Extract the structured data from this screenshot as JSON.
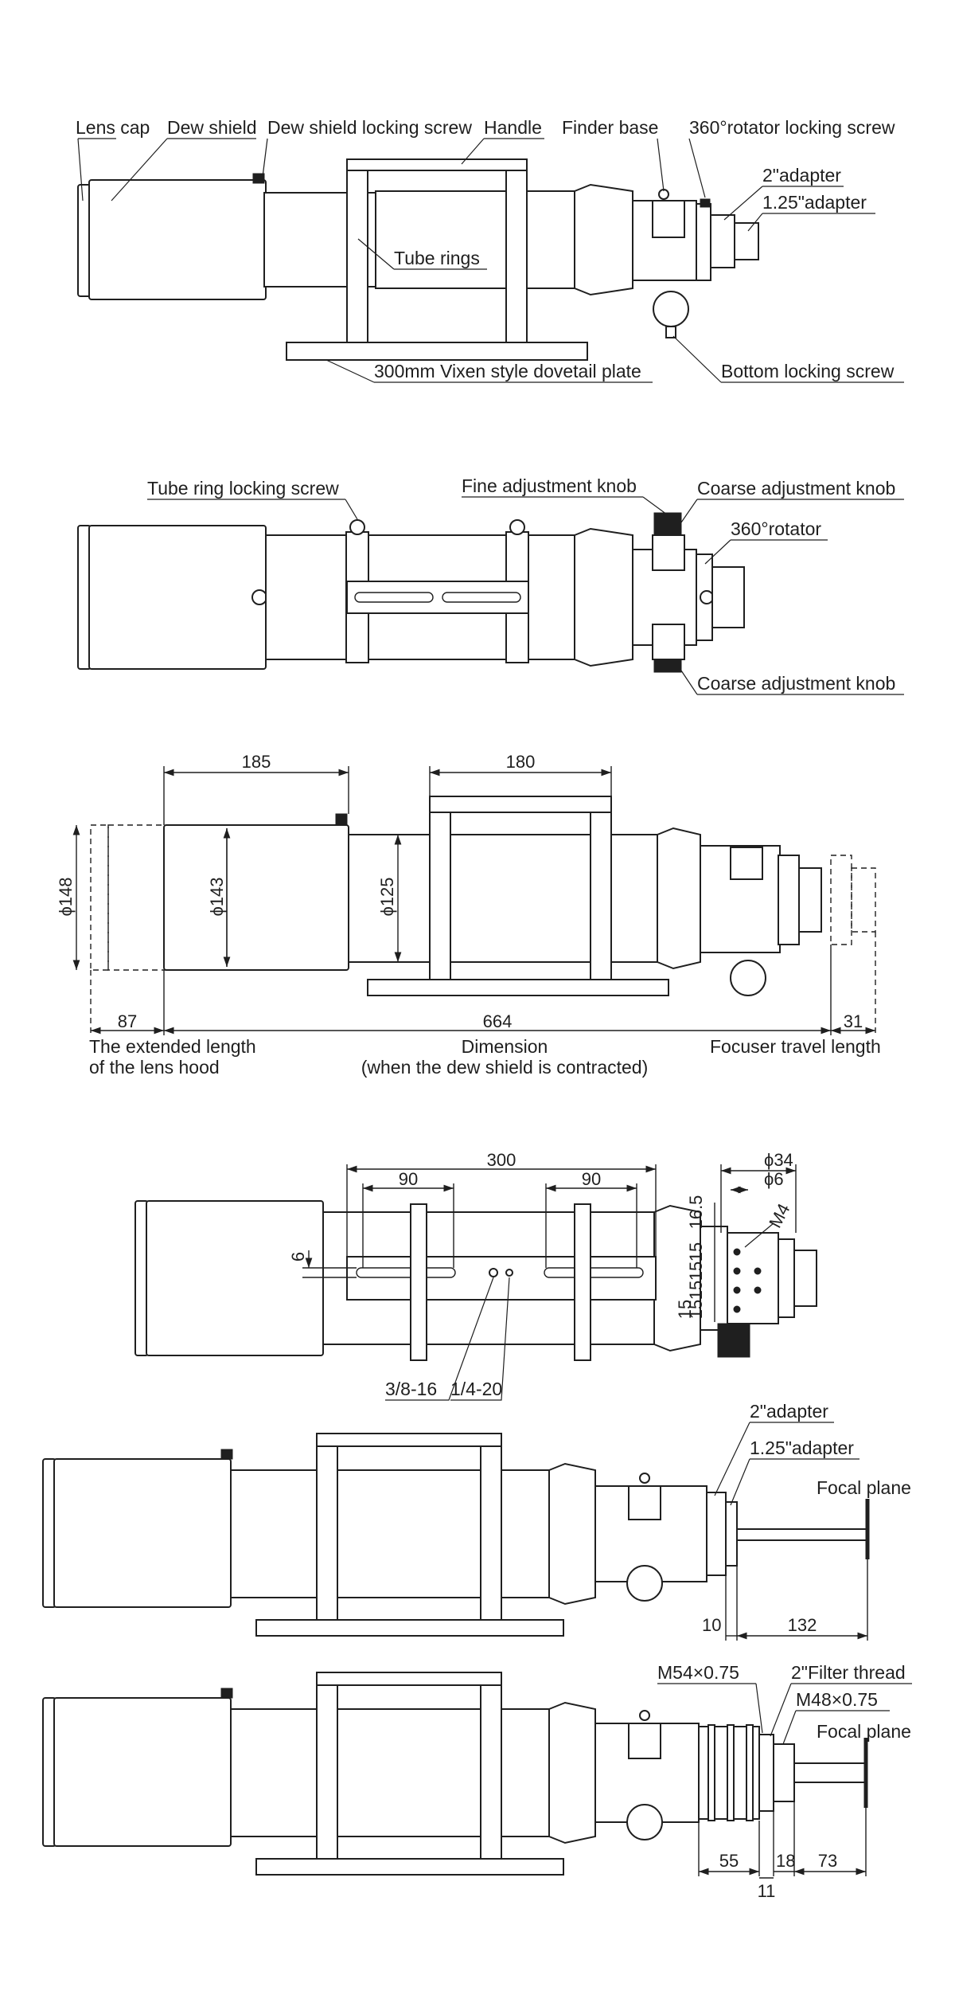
{
  "view1": {
    "lens_cap": "Lens cap",
    "dew_shield": "Dew shield",
    "dew_shield_screw": "Dew shield locking screw",
    "handle": "Handle",
    "finder_base": "Finder base",
    "rotator_screw": "360°rotator locking screw",
    "adapter_2in": "2\"adapter",
    "adapter_125": "1.25\"adapter",
    "tube_rings": "Tube rings",
    "dovetail": "300mm Vixen style dovetail plate",
    "bottom_screw": "Bottom locking screw"
  },
  "view2": {
    "tube_ring_screw": "Tube ring locking screw",
    "fine_knob": "Fine adjustment knob",
    "coarse_knob_top": "Coarse adjustment knob",
    "rotator": "360°rotator",
    "coarse_knob_bottom": "Coarse adjustment knob"
  },
  "view3": {
    "d185": "185",
    "d180": "180",
    "phi148": "ϕ148",
    "phi143": "ϕ143",
    "phi125": "ϕ125",
    "d87": "87",
    "d664": "664",
    "d31": "31",
    "hood_line1": "The extended length",
    "hood_line2": "of the lens hood",
    "dimension_line1": "Dimension",
    "dimension_line2": "(when the dew shield is contracted)",
    "focuser_travel": "Focuser travel length"
  },
  "view4": {
    "d300": "300",
    "d90a": "90",
    "d90b": "90",
    "d6": "6",
    "phi34": "ϕ34",
    "phi6": "ϕ6",
    "m4": "M4",
    "d16_5": "16.5",
    "d15a": "15",
    "d15b": "15",
    "d15c": "15",
    "d15d": "15",
    "d15e": "15",
    "thread_38": "3/8-16",
    "thread_14": "1/4-20"
  },
  "view5": {
    "adapter_2in": "2\"adapter",
    "adapter_125": "1.25\"adapter",
    "focal_plane": "Focal plane",
    "d10": "10",
    "d132": "132"
  },
  "view6": {
    "m54": "M54×0.75",
    "filter_thread": "2\"Filter thread",
    "m48": "M48×0.75",
    "focal_plane": "Focal plane",
    "d55": "55",
    "d18": "18",
    "d73": "73",
    "d11": "11"
  }
}
